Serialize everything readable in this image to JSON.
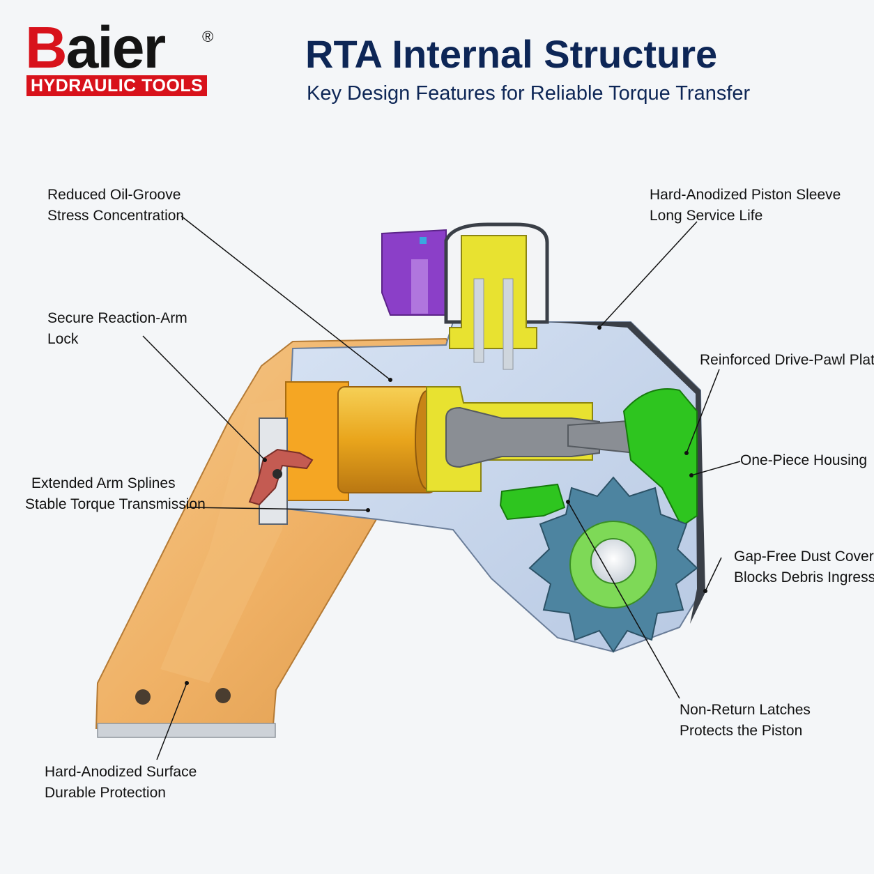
{
  "brand": {
    "name_first": "B",
    "name_rest": "aier",
    "registered": "®",
    "tagline": "HYDRAULIC TOOLS",
    "color": "#d8121b"
  },
  "header": {
    "title": "RTA Internal Structure",
    "subtitle": "Key Design Features for Reliable Torque Transfer"
  },
  "colors": {
    "title": "#0d2656",
    "arm": "#f0b46a",
    "housing": "#c9d8ee",
    "cylinder": "#f5a623",
    "piston_rod": "#e8e230",
    "pawl": "#2ec51f",
    "ratchet": "#4d84a0",
    "swivel": "#8b3fc8"
  },
  "callouts": {
    "oil_groove": {
      "line1": "Reduced Oil-Groove",
      "line2": "Stress Concentration"
    },
    "piston_sleeve": {
      "line1": "Hard-Anodized Piston Sleeve",
      "line2": "Long Service Life"
    },
    "reaction_arm": {
      "line1": "Secure Reaction-Arm",
      "line2": "Lock"
    },
    "pawl_plate": {
      "line1": "Reinforced Drive-Pawl Plate"
    },
    "housing": {
      "line1": "One-Piece Housing"
    },
    "arm_splines": {
      "line1": "Extended Arm Splines",
      "line2": "Stable Torque Transmission"
    },
    "dust_cover": {
      "line1": "Gap-Free Dust Cover",
      "line2": "Blocks Debris Ingress"
    },
    "latches": {
      "line1": "Non-Return Latches",
      "line2": "Protects the Piston"
    },
    "surface": {
      "line1": "Hard-Anodized Surface",
      "line2": "Durable Protection"
    }
  }
}
